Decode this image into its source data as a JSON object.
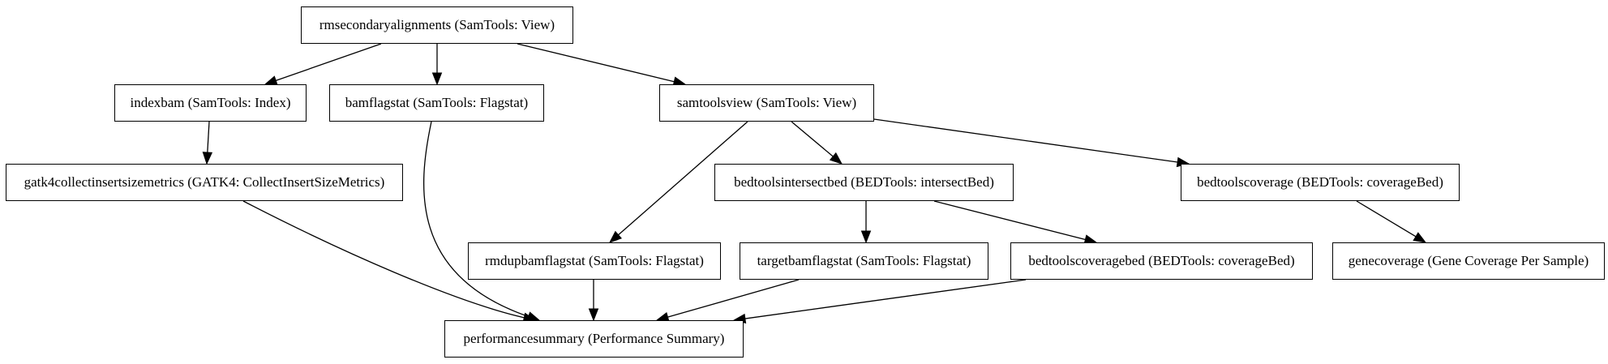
{
  "nodes": {
    "rmsecondaryalignments": "rmsecondaryalignments (SamTools: View)",
    "indexbam": "indexbam (SamTools: Index)",
    "bamflagstat": "bamflagstat (SamTools: Flagstat)",
    "samtoolsview": "samtoolsview (SamTools: View)",
    "gatk4collectinsertsizemetrics": "gatk4collectinsertsizemetrics (GATK4: CollectInsertSizeMetrics)",
    "bedtoolsintersectbed": "bedtoolsintersectbed (BEDTools: intersectBed)",
    "bedtoolscoverage": "bedtoolscoverage (BEDTools: coverageBed)",
    "rmdupbamflagstat": "rmdupbamflagstat (SamTools: Flagstat)",
    "targetbamflagstat": "targetbamflagstat (SamTools: Flagstat)",
    "bedtoolscoveragebed": "bedtoolscoveragebed (BEDTools: coverageBed)",
    "genecoverage": "genecoverage (Gene Coverage Per Sample)",
    "performancesummary": "performancesummary (Performance Summary)"
  },
  "edges": [
    [
      "rmsecondaryalignments",
      "indexbam"
    ],
    [
      "rmsecondaryalignments",
      "bamflagstat"
    ],
    [
      "rmsecondaryalignments",
      "samtoolsview"
    ],
    [
      "indexbam",
      "gatk4collectinsertsizemetrics"
    ],
    [
      "samtoolsview",
      "bedtoolsintersectbed"
    ],
    [
      "samtoolsview",
      "bedtoolscoverage"
    ],
    [
      "samtoolsview",
      "rmdupbamflagstat"
    ],
    [
      "bedtoolsintersectbed",
      "targetbamflagstat"
    ],
    [
      "bedtoolsintersectbed",
      "bedtoolscoveragebed"
    ],
    [
      "bedtoolscoverage",
      "genecoverage"
    ],
    [
      "gatk4collectinsertsizemetrics",
      "performancesummary"
    ],
    [
      "bamflagstat",
      "performancesummary"
    ],
    [
      "rmdupbamflagstat",
      "performancesummary"
    ],
    [
      "targetbamflagstat",
      "performancesummary"
    ],
    [
      "bedtoolscoveragebed",
      "performancesummary"
    ]
  ]
}
